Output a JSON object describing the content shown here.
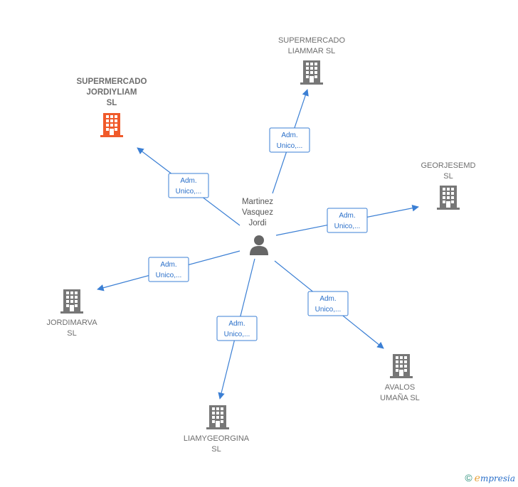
{
  "center": {
    "name_lines": [
      "Martinez",
      "Vasquez",
      "Jordi"
    ],
    "icon": "person-icon",
    "color": "#666666"
  },
  "companies": [
    {
      "id": "supermercado-jordiyliam",
      "lines": [
        "SUPERMERCADO",
        "JORDIYLIAM",
        "SL"
      ],
      "highlight": true,
      "icon": "building-icon",
      "color": "#f05a2a",
      "edge_label": [
        "Adm.",
        "Unico,..."
      ]
    },
    {
      "id": "supermercado-liammar",
      "lines": [
        "SUPERMERCADO",
        "LIAMMAR  SL"
      ],
      "highlight": false,
      "icon": "building-icon",
      "color": "#777777",
      "edge_label": [
        "Adm.",
        "Unico,..."
      ]
    },
    {
      "id": "georjesemd",
      "lines": [
        "GEORJESEMD",
        "SL"
      ],
      "highlight": false,
      "icon": "building-icon",
      "color": "#777777",
      "edge_label": [
        "Adm.",
        "Unico,..."
      ]
    },
    {
      "id": "jordimarva",
      "lines": [
        "JORDIMARVA",
        "SL"
      ],
      "highlight": false,
      "icon": "building-icon",
      "color": "#777777",
      "edge_label": [
        "Adm.",
        "Unico,..."
      ]
    },
    {
      "id": "avalos-umana",
      "lines": [
        "AVALOS",
        "UMAÑA  SL"
      ],
      "highlight": false,
      "icon": "building-icon",
      "color": "#777777",
      "edge_label": [
        "Adm.",
        "Unico,..."
      ]
    },
    {
      "id": "liamygeorgina",
      "lines": [
        "LIAMYGEORGINA",
        "SL"
      ],
      "highlight": false,
      "icon": "building-icon",
      "color": "#777777",
      "edge_label": [
        "Adm.",
        "Unico,..."
      ]
    }
  ],
  "edge_color": "#3b7fd4",
  "footer": {
    "copyright": "©",
    "brand_initial": "e",
    "brand_rest": "mpresia"
  }
}
